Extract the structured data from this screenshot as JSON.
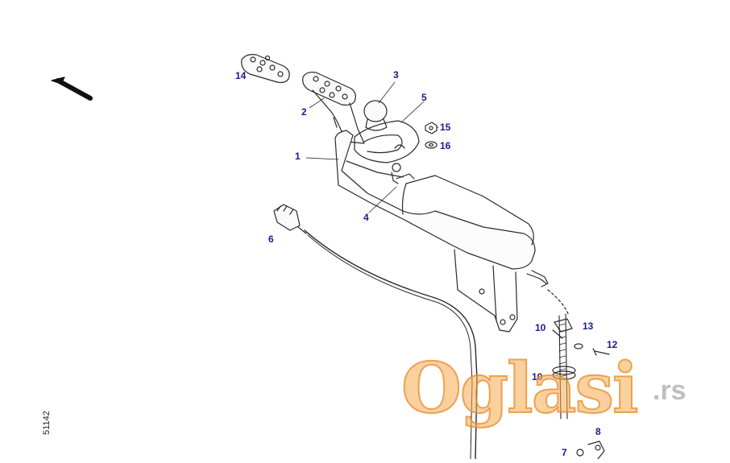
{
  "drawing_code": "51142",
  "callouts": [
    "1",
    "2",
    "3",
    "4",
    "5",
    "6",
    "7",
    "8",
    "10",
    "10",
    "12",
    "13",
    "14",
    "15",
    "16"
  ],
  "watermark": {
    "main": "Oglasi",
    "tld": ".rs"
  },
  "colors": {
    "callout": "#1a1a8c",
    "line": "#2a2a2a",
    "watermark": "#f0a040"
  },
  "icons": {
    "direction_arrow": "arrow-up-left-icon"
  }
}
